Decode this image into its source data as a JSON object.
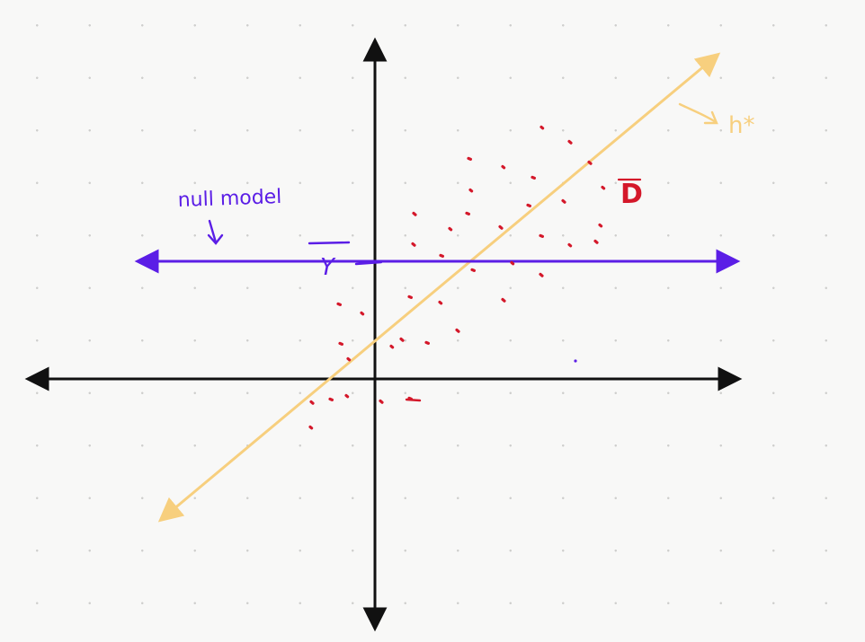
{
  "labels": {
    "null_model": "null model",
    "y_bar": "Y",
    "h_star": "h*",
    "dataset": "D"
  },
  "colors": {
    "axes": "#111111",
    "null_model": "#5b1ee6",
    "regression": "#f7cf7e",
    "points": "#d4182a",
    "background": "#f8f8f7",
    "grid_dot": "#cfcfcd"
  },
  "icons": [
    "arrow-down-icon",
    "arrow-right-icon"
  ]
}
